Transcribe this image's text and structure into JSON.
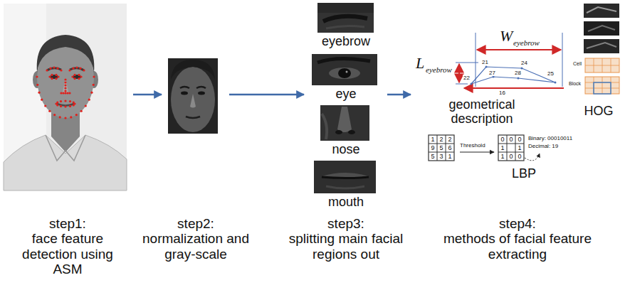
{
  "diagram": {
    "nodes": [
      {
        "text": [
          "step1:",
          "face feature detection using ASM"
        ]
      },
      {
        "text": [
          "step2:",
          "normalization and gray-scale"
        ]
      },
      {
        "text": [
          "step3:",
          "splitting main facial regions out"
        ]
      },
      {
        "text": [
          "eyebrow"
        ],
        "in": 2
      },
      {
        "text": [
          "eye"
        ],
        "in": 2
      },
      {
        "text": [
          "nose"
        ],
        "in": 2
      },
      {
        "text": [
          "mouth"
        ],
        "in": 2
      },
      {
        "text": [
          "step4:",
          "methods of facial feature extracting"
        ]
      },
      {
        "text": [
          "geometrical description"
        ],
        "in": 7
      },
      {
        "text": [
          "HOG"
        ],
        "in": 7
      },
      {
        "text": [
          "LBP"
        ],
        "in": 7
      }
    ],
    "edges": [
      {
        "from": 0,
        "to": 1,
        "arrow": "to"
      },
      {
        "from": 1,
        "to": 2,
        "arrow": "to"
      },
      {
        "from": 2,
        "to": 7,
        "arrow": "to"
      }
    ],
    "labels": [
      "W",
      "eyebrow",
      "L",
      "eyebrow",
      "21",
      "24",
      "27",
      "28",
      "22",
      "25",
      "16",
      "1",
      "2",
      "2",
      "9",
      "5",
      "6",
      "5",
      "3",
      "1",
      "Threshold",
      "0",
      "0",
      "0",
      "1",
      "1",
      "1",
      "0",
      "0",
      "Binary: 00010011",
      "Decimal: 19",
      "Cell",
      "Block"
    ]
  }
}
